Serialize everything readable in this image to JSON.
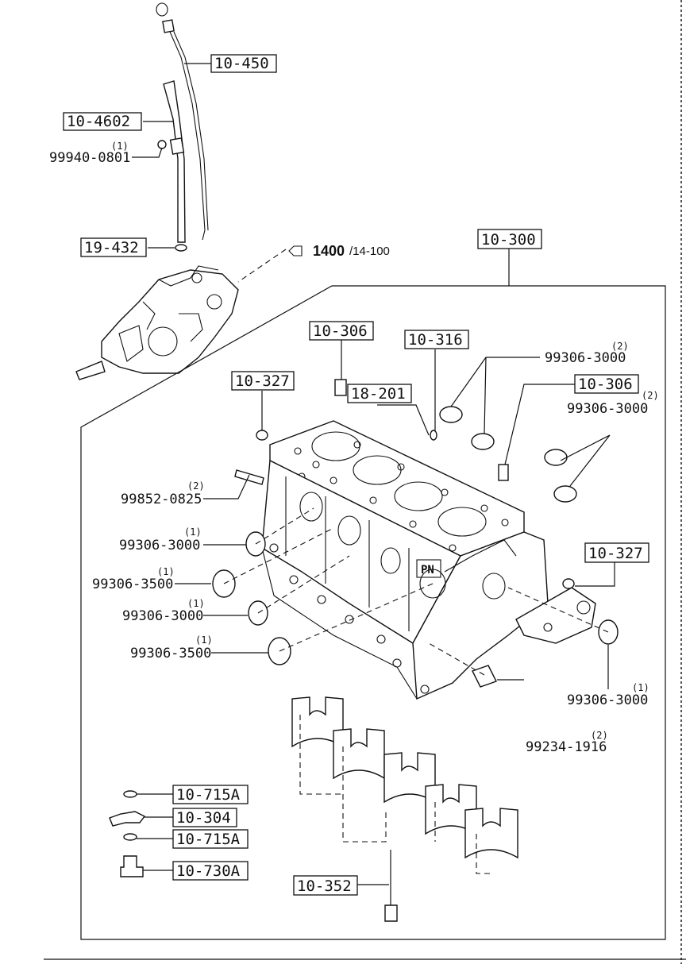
{
  "callouts": {
    "dipstick": "10-450",
    "guide_tube": "10-4602",
    "tube_bolt_part": "99940-0801",
    "tube_bolt_qty": "(1)",
    "oring": "19-432",
    "oil_pump_ref_num": "1400",
    "oil_pump_ref_sub": "/14-100",
    "block_assy": "10-300",
    "dowel_top": "10-306",
    "plug_316": "10-316",
    "plug_327_left": "10-327",
    "oring_201": "18-201",
    "dowel_right": "10-306",
    "plug_327_right": "10-327",
    "cap_plug_top_part": "99306-3000",
    "cap_plug_top_qty": "(2)",
    "cap_plug_right_part": "99306-3000",
    "cap_plug_right_qty": "(2)",
    "stud_part": "99852-0825",
    "stud_qty": "(2)",
    "plug_a_part": "99306-3000",
    "plug_a_qty": "(1)",
    "plug_b_part": "99306-3500",
    "plug_b_qty": "(1)",
    "plug_c_part": "99306-3000",
    "plug_c_qty": "(1)",
    "plug_d_part": "99306-3500",
    "plug_d_qty": "(1)",
    "plug_rear_part": "99306-3000",
    "plug_rear_qty": "(1)",
    "dowel_rear_part": "99234-1916",
    "dowel_rear_qty": "(2)",
    "washer_1": "10-715A",
    "bracket": "10-304",
    "washer_2": "10-715A",
    "bolt": "10-730A",
    "main_bolt": "10-352"
  }
}
